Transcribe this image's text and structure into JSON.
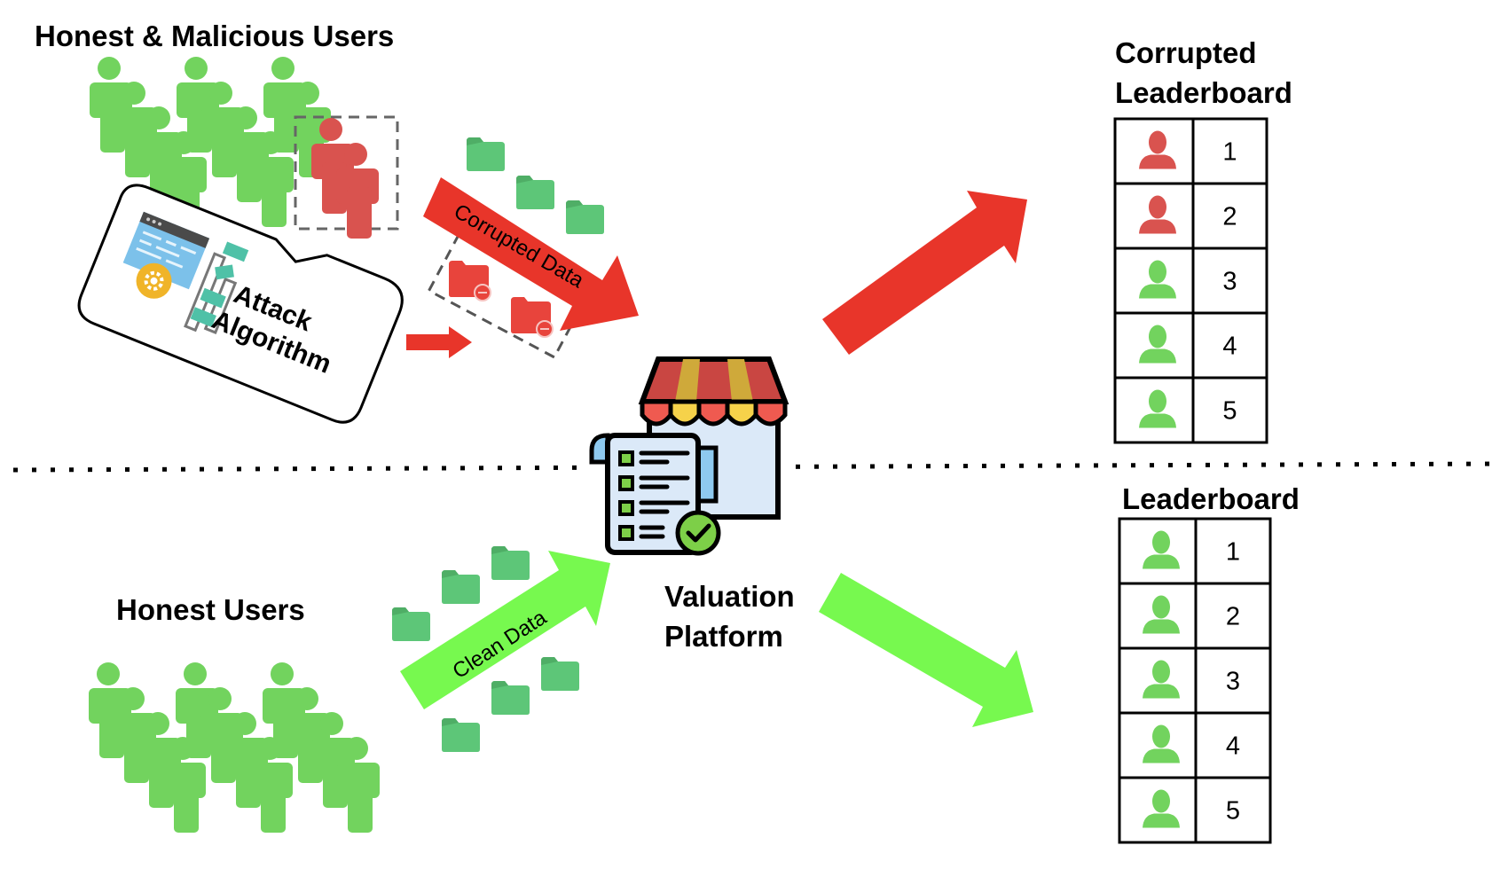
{
  "colors": {
    "honest_green": "#72d35e",
    "malicious_red": "#d9534f",
    "corrupted_arrow": "#e8352a",
    "clean_arrow": "#77f94f",
    "folder_green": "#5dc678",
    "folder_red": "#e8443c"
  },
  "top_section": {
    "users_title": "Honest & Malicious Users",
    "attack_algorithm_label_line1": "Attack",
    "attack_algorithm_label_line2": "Algorithm",
    "corrupted_data_label": "Corrupted Data",
    "leaderboard_title_line1": "Corrupted",
    "leaderboard_title_line2": "Leaderboard",
    "leaderboard_rows": [
      {
        "rank": "1",
        "user_type": "malicious"
      },
      {
        "rank": "2",
        "user_type": "malicious"
      },
      {
        "rank": "3",
        "user_type": "honest"
      },
      {
        "rank": "4",
        "user_type": "honest"
      },
      {
        "rank": "5",
        "user_type": "honest"
      }
    ]
  },
  "center": {
    "platform_label_line1": "Valuation",
    "platform_label_line2": "Platform",
    "platform_icon": "store-checklist-icon"
  },
  "bottom_section": {
    "users_title": "Honest Users",
    "clean_data_label": "Clean Data",
    "leaderboard_title": "Leaderboard",
    "leaderboard_rows": [
      {
        "rank": "1",
        "user_type": "honest"
      },
      {
        "rank": "2",
        "user_type": "honest"
      },
      {
        "rank": "3",
        "user_type": "honest"
      },
      {
        "rank": "4",
        "user_type": "honest"
      },
      {
        "rank": "5",
        "user_type": "honest"
      }
    ]
  }
}
